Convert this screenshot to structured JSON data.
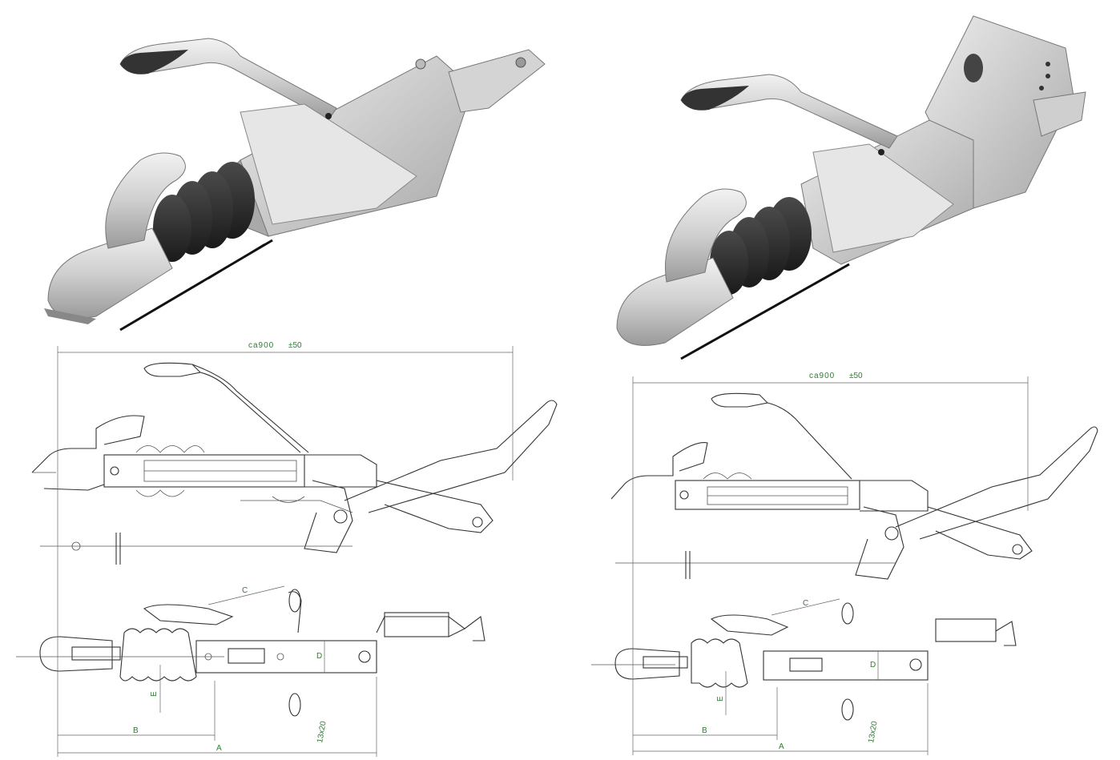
{
  "colors": {
    "dimension_text": "#2e7d32",
    "metal_light": "#e4e4e4",
    "metal_mid": "#b8b8b8",
    "metal_dark": "#8a8a8a",
    "rubber": "#2a2a2a",
    "drawing_line": "#333333"
  },
  "left_drawing": {
    "overall_dimension": "ca900",
    "tolerance": "±50",
    "labels": {
      "a": "A",
      "b": "B",
      "c": "C",
      "d": "D",
      "e": "E",
      "hole": "13x20"
    }
  },
  "right_drawing": {
    "overall_dimension": "ca900",
    "tolerance": "±50",
    "labels": {
      "a": "A",
      "b": "B",
      "c": "C",
      "d": "D",
      "e": "E",
      "hole": "13x20"
    }
  }
}
